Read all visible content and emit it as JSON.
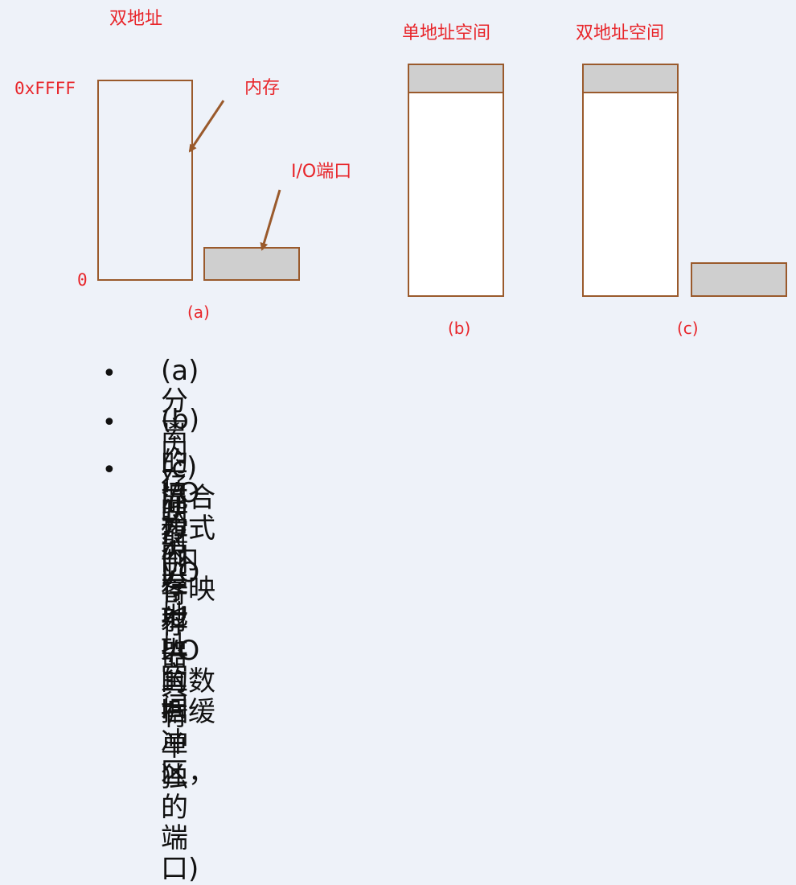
{
  "diagram_a": {
    "title": "双地址",
    "addr_high": "0xFFFF",
    "addr_low": "0",
    "memory_label": "内存",
    "io_label": "I/O端口",
    "caption": "(a)"
  },
  "diagram_b": {
    "title": "单地址空间",
    "caption": "(b)"
  },
  "diagram_c": {
    "title": "双地址空间",
    "caption": "(c)"
  },
  "colors": {
    "label_red": "#e8262b",
    "box_border": "#9a5a2c",
    "fill_gray": "#cfcfcf"
  },
  "bullets": [
    "(a) 分离的I/O和内存地址空间",
    "(b) 内存映射I/O",
    "(c) 混合方式(内存映射I/O的数据缓冲区，",
    "而控制寄存器具有单独的端口)"
  ],
  "bullet_marker": "•"
}
